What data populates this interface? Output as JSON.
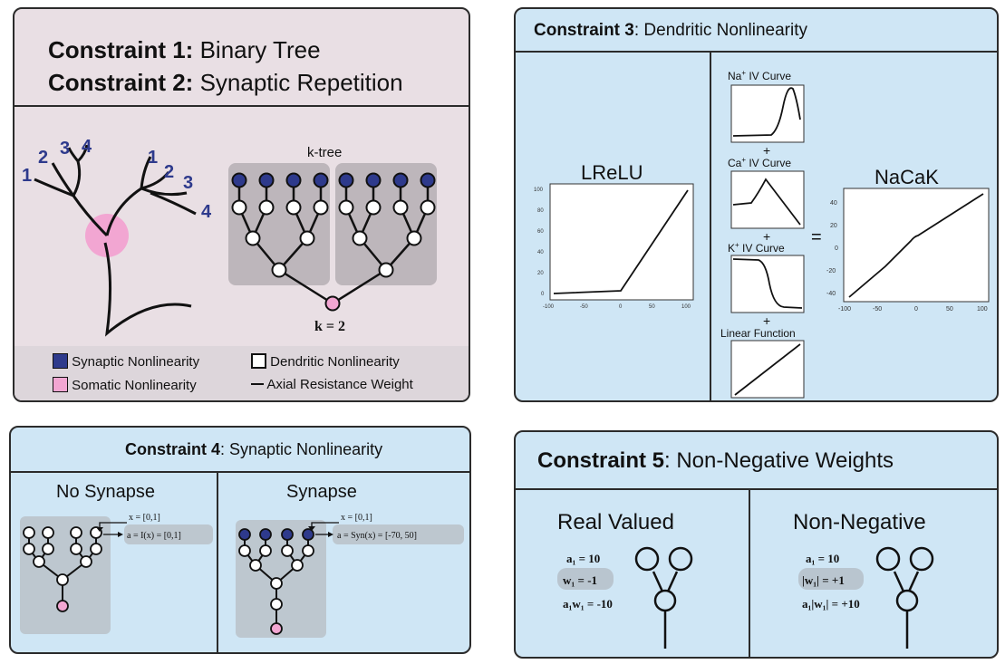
{
  "panel1": {
    "line1_bold": "Constraint 1:",
    "line1_rest": "Binary Tree",
    "line2_bold": "Constraint 2:",
    "line2_rest": "Synaptic Repetition",
    "branch_labels_left": [
      "1",
      "2",
      "3",
      "4"
    ],
    "branch_labels_right": [
      "1",
      "2",
      "3",
      "4"
    ],
    "ktree_label": "k-tree",
    "k_label": "k = 2",
    "legend": {
      "synaptic": "Synaptic Nonlinearity",
      "dendritic": "Dendritic Nonlinearity",
      "somatic": "Somatic Nonlinearity",
      "axial": "Axial Resistance Weight"
    }
  },
  "panel2": {
    "title_bold": "Constraint 3",
    "title_rest": ": Dendritic Nonlinearity",
    "lrelu_title": "LReLU",
    "nacak_title": "NaCaK",
    "na_label": "Na",
    "na_sup": "+",
    "na_rest": " IV Curve",
    "ca_label": "Ca",
    "ca_sup": "+",
    "ca_rest": " IV Curve",
    "k_label": "K",
    "k_sup": "+",
    "k_rest": " IV Curve",
    "linear_label": "Linear Function",
    "plus": "+",
    "equals": "=",
    "lrelu_yticks": [
      "100",
      "80",
      "60",
      "40",
      "20",
      "0"
    ],
    "lrelu_xticks": [
      "-100",
      "-50",
      "0",
      "50",
      "100"
    ],
    "nacak_yticks": [
      "40",
      "20",
      "0",
      "-20",
      "-40"
    ],
    "nacak_xticks": [
      "-100",
      "-50",
      "0",
      "50",
      "100"
    ]
  },
  "panel3": {
    "title_bold": "Constraint 4",
    "title_rest": ": Synaptic Nonlinearity",
    "no_synapse": "No Synapse",
    "synapse": "Synapse",
    "x_left": "x = [0,1]",
    "a_left": "a = I(x) = [0,1]",
    "x_right": "x = [0,1]",
    "a_right": "a = Syn(x) = [-70, 50]"
  },
  "panel4": {
    "title_bold": "Constraint 5",
    "title_rest": ": Non-Negative Weights",
    "real_valued": "Real Valued",
    "non_negative": "Non-Negative",
    "rv_a": "a₁ = 10",
    "rv_w": "w₁ = -1",
    "rv_aw": "a₁w₁ = -10",
    "nn_a": "a₁ = 10",
    "nn_w": "|w₁| = +1",
    "nn_aw": "a₁|w₁| = +10"
  },
  "colors": {
    "synaptic_node": "#2e3a8c",
    "somatic_node": "#f2a6d2",
    "panel_pink": "#e9dfe4",
    "panel_blue": "#cfe6f5",
    "gray_box": "#bdb6bb"
  }
}
